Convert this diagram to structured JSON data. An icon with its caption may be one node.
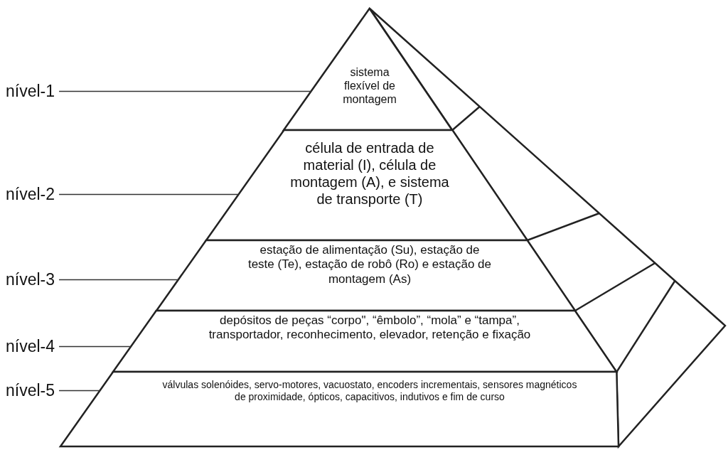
{
  "diagram": {
    "nodes": [
      {
        "text": [
          "sistema flexível de montagem"
        ]
      },
      {
        "text": [
          "célula de entrada de material (I), célula de montagem (A), e sistema de transporte (T)"
        ]
      },
      {
        "text": [
          "estação de alimentação (Su), estação de teste (Te), estação de robô (Ro) e estação de montagem (As)"
        ]
      },
      {
        "text": [
          "depósitos de peças “corpo\", “êmbolo”, “mola” e “tampa”, transportador, reconhecimento, elevador, retenção e fixação"
        ]
      },
      {
        "text": [
          "válvulas solenóides, servo-motores, vacuostato, encoders incrementais, sensores magnéticos de proximidade, ópticos, capacitivos, indutivos e fim de curso"
        ]
      },
      {
        "text": [
          "nível-1"
        ]
      },
      {
        "text": [
          "nível-2"
        ]
      },
      {
        "text": [
          "nível-3"
        ]
      },
      {
        "text": [
          "nível-4"
        ]
      },
      {
        "text": [
          "nível-5"
        ]
      }
    ],
    "edges": [
      {
        "from": 5,
        "to": 0,
        "arrow": "none"
      },
      {
        "from": 6,
        "to": 1,
        "arrow": "none"
      },
      {
        "from": 7,
        "to": 2,
        "arrow": "none"
      },
      {
        "from": 8,
        "to": 3,
        "arrow": "none"
      },
      {
        "from": 9,
        "to": 4,
        "arrow": "none"
      }
    ]
  }
}
